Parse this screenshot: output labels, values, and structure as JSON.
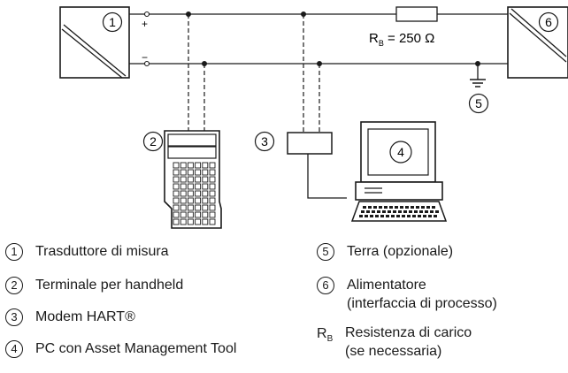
{
  "diagram": {
    "num1": "1",
    "num2": "2",
    "num3": "3",
    "num4": "4",
    "num5": "5",
    "num6": "6",
    "plus_sign": "+",
    "minus_sign": "−",
    "resistor_label_main": "R",
    "resistor_label_sub": "B",
    "resistor_label_value": " = 250 Ω"
  },
  "legend": {
    "items": [
      {
        "num": "1",
        "text": "Trasduttore di misura"
      },
      {
        "num": "2",
        "text": "Terminale per handheld"
      },
      {
        "num": "3",
        "text": "Modem HART®"
      },
      {
        "num": "4",
        "text": "PC con Asset Management Tool"
      },
      {
        "num": "5",
        "text": "Terra (opzionale)"
      },
      {
        "num": "6",
        "text": "Alimentatore",
        "text2": "(interfaccia di processo)"
      }
    ],
    "rb": {
      "key_main": "R",
      "key_sub": "B",
      "text": "Resistenza di carico",
      "text2": "(se necessaria)"
    }
  }
}
